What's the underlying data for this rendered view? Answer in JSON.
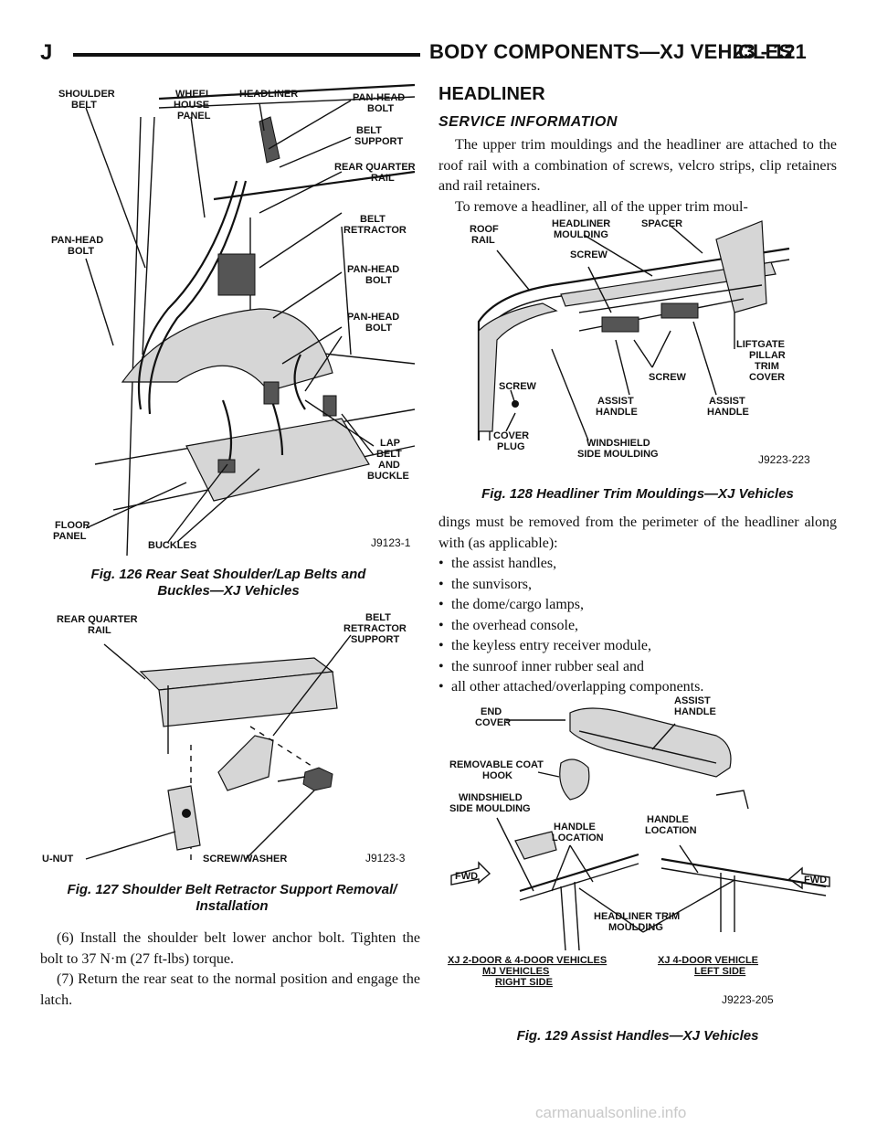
{
  "header": {
    "letter": "J",
    "title": "BODY COMPONENTS—XJ VEHICLES",
    "page": "23 - 121"
  },
  "fig126": {
    "labels": {
      "shoulder_belt": [
        "SHOULDER",
        "BELT"
      ],
      "wheel_house": [
        "WHEEL",
        "HOUSE",
        "PANEL"
      ],
      "headliner": "HEADLINER",
      "pan_head_top": [
        "PAN-HEAD",
        "BOLT"
      ],
      "belt_support": [
        "BELT",
        "SUPPORT"
      ],
      "rear_quarter_rail": [
        "REAR QUARTER",
        "RAIL"
      ],
      "belt_retractor": [
        "BELT",
        "RETRACTOR"
      ],
      "pan_head_left": [
        "PAN-HEAD",
        "BOLT"
      ],
      "pan_head_mid": [
        "PAN-HEAD",
        "BOLT"
      ],
      "pan_head_low": [
        "PAN-HEAD",
        "BOLT"
      ],
      "lap_belt": [
        "LAP",
        "BELT",
        "AND",
        "BUCKLE"
      ],
      "floor_panel": [
        "FLOOR",
        "PANEL"
      ],
      "buckles": "BUCKLES"
    },
    "code": "J9123-1",
    "caption_line1": "Fig. 126 Rear Seat Shoulder/Lap Belts and",
    "caption_line2": "Buckles—XJ Vehicles"
  },
  "fig127": {
    "labels": {
      "rear_quarter_rail": [
        "REAR QUARTER",
        "RAIL"
      ],
      "belt_retractor_support": [
        "BELT",
        "RETRACTOR",
        "SUPPORT"
      ],
      "u_nut": "U-NUT",
      "screw_washer": "SCREW/WASHER"
    },
    "code": "J9123-3",
    "caption_line1": "Fig. 127 Shoulder Belt Retractor Support Removal/",
    "caption_line2": "Installation"
  },
  "left_text": {
    "step6": "(6) Install the shoulder belt lower anchor bolt. Tighten the bolt to 37 N·m (27 ft-lbs) torque.",
    "step7": "(7) Return the rear seat to the normal position and engage the latch."
  },
  "headliner": {
    "heading": "HEADLINER",
    "subheading": "SERVICE INFORMATION",
    "para1": "The upper trim mouldings and the headliner are attached to the roof rail with a combination of screws, velcro strips, clip retainers and rail retainers.",
    "para2": "To remove a headliner, all of the upper trim moul-",
    "para3": "dings must be removed from the perimeter of the headliner along with (as applicable):",
    "bullets": [
      "the assist handles,",
      "the sunvisors,",
      "the dome/cargo lamps,",
      "the overhead console,",
      "the keyless entry receiver module,",
      "the sunroof inner rubber seal and",
      "all other attached/overlapping components."
    ]
  },
  "fig128": {
    "labels": {
      "roof_rail": [
        "ROOF",
        "RAIL"
      ],
      "headliner_moulding": [
        "HEADLINER",
        "MOULDING"
      ],
      "spacer": "SPACER",
      "screw_top": "SCREW",
      "liftgate": [
        "LIFTGATE",
        "PILLAR",
        "TRIM",
        "COVER"
      ],
      "screw_left": "SCREW",
      "screw_mid": "SCREW",
      "assist_left": [
        "ASSIST",
        "HANDLE"
      ],
      "assist_right": [
        "ASSIST",
        "HANDLE"
      ],
      "cover_plug": [
        "COVER",
        "PLUG"
      ],
      "windshield": [
        "WINDSHIELD",
        "SIDE MOULDING"
      ]
    },
    "code": "J9223-223",
    "caption": "Fig. 128 Headliner Trim Mouldings—XJ Vehicles"
  },
  "fig129": {
    "labels": {
      "end_cover": [
        "END",
        "COVER"
      ],
      "assist_handle": [
        "ASSIST",
        "HANDLE"
      ],
      "coat_hook": [
        "REMOVABLE COAT",
        "HOOK"
      ],
      "windshield": [
        "WINDSHIELD",
        "SIDE MOULDING"
      ],
      "handle_loc_left": [
        "HANDLE",
        "LOCATION"
      ],
      "handle_loc_right": [
        "HANDLE",
        "LOCATION"
      ],
      "headliner_trim": [
        "HEADLINER TRIM",
        "MOULDING"
      ],
      "fwd_left": "FWD",
      "fwd_right": "FWD",
      "xj2": [
        "XJ 2-DOOR & 4-DOOR VEHICLES",
        "MJ VEHICLES",
        "RIGHT SIDE"
      ],
      "xj4": [
        "XJ 4-DOOR VEHICLE",
        "LEFT SIDE"
      ]
    },
    "code": "J9223-205",
    "caption": "Fig. 129 Assist Handles—XJ Vehicles"
  },
  "watermark": "carmanualsonline.info"
}
